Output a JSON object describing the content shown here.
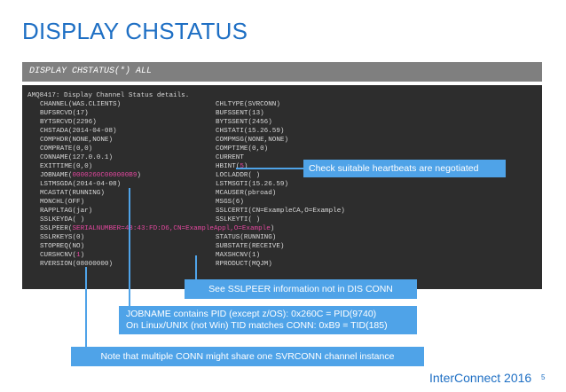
{
  "slide": {
    "title": "DISPLAY CHSTATUS",
    "command": "DISPLAY CHSTATUS(*) ALL",
    "brand": "InterConnect 2016",
    "page_number": "5",
    "accent_color": "#1e6fc4",
    "callout_color": "#4fa3e8",
    "highlight_color": "#e0479d"
  },
  "terminal": {
    "header": "AMQ8417: Display Channel Status details.",
    "left": [
      [
        "CHANNEL(WAS.CLIENTS)"
      ],
      [
        "BUFSRCVD(17)"
      ],
      [
        "BYTSRCVD(2296)"
      ],
      [
        "CHSTADA(2014-04-08)"
      ],
      [
        "COMPHDR(NONE,NONE)"
      ],
      [
        "COMPRATE(0,0)"
      ],
      [
        "CONNAME(127.0.0.1)"
      ],
      [
        "EXITTIME(0,0)"
      ],
      [
        "JOBNAME(",
        "0000260C000000B9",
        ")"
      ],
      [
        "LSTMSGDA(2014-04-08)"
      ],
      [
        "MCASTAT(RUNNING)"
      ],
      [
        "MONCHL(OFF)"
      ],
      [
        "RAPPLTAG(jar)"
      ],
      [
        "SSLKEYDA( )"
      ],
      [
        "SSLPEER(",
        "SERIALNUMBER=43:43:FD:D6,CN=ExampleAppl,O=Example",
        ")"
      ],
      [
        "SSLRKEYS(0)"
      ],
      [
        "STOPREQ(NO)"
      ],
      [
        "CURSHCNV(",
        "1",
        ")"
      ],
      [
        "RVERSION(08000000)"
      ]
    ],
    "right": [
      [
        "CHLTYPE(SVRCONN)"
      ],
      [
        "BUFSSENT(13)"
      ],
      [
        "BYTSSENT(2456)"
      ],
      [
        "CHSTATI(15.26.59)"
      ],
      [
        "COMPMSG(NONE,NONE)"
      ],
      [
        "COMPTIME(0,0)"
      ],
      [
        "CURRENT"
      ],
      [
        "HBINT(",
        "5",
        ")"
      ],
      [
        "LOCLADDR( )"
      ],
      [
        "LSTMSGTI(15.26.59)"
      ],
      [
        "MCAUSER(pbroad)"
      ],
      [
        "MSGS(6)"
      ],
      [
        "SSLCERTI(CN=ExampleCA,O=Example)"
      ],
      [
        "SSLKEYTI( )"
      ],
      [
        ""
      ],
      [
        "STATUS(RUNNING)"
      ],
      [
        "SUBSTATE(RECEIVE)"
      ],
      [
        "MAXSHCNV(1)"
      ],
      [
        "RPRODUCT(MQJM)"
      ]
    ]
  },
  "callouts": {
    "heartbeat": "Check suitable heartbeats are negotiated",
    "sslpeer": "See SSLPEER information not in DIS CONN",
    "jobname_line1": "JOBNAME contains PID (except z/OS): 0x260C = PID(9740)",
    "jobname_line2": "On Linux/UNIX (not Win) TID matches CONN: 0xB9 = TID(185)",
    "multiconn": "Note that multiple CONN might share one SVRCONN channel instance"
  }
}
